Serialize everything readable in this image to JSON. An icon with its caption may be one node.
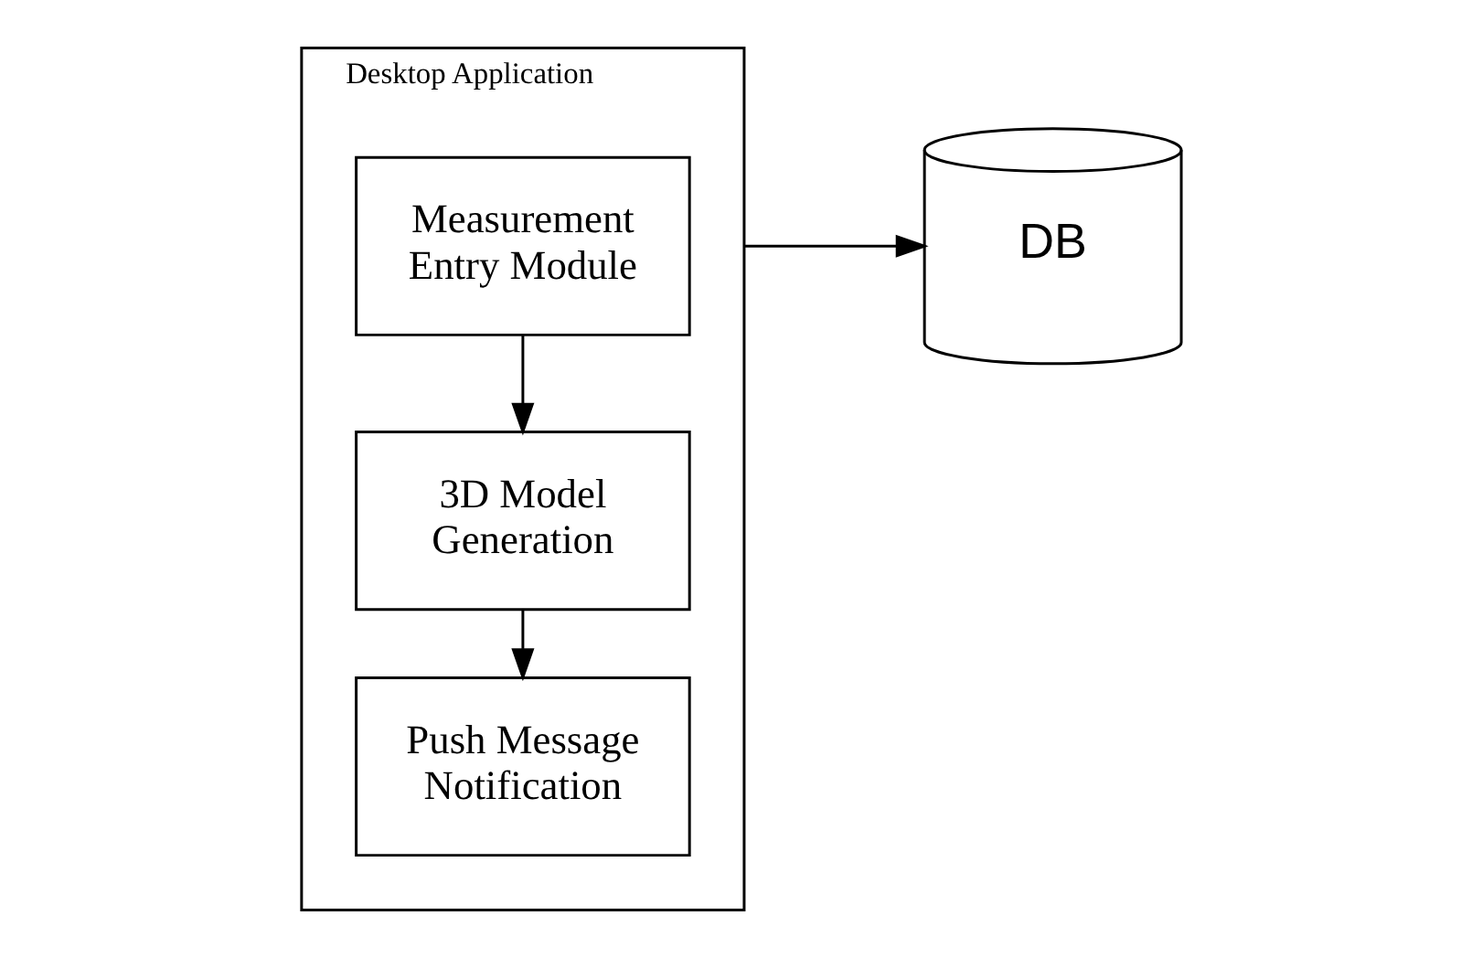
{
  "diagram": {
    "nodes": [
      {
        "text": [
          "Desktop Application"
        ]
      },
      {
        "text": [
          "Measurement Entry Module"
        ],
        "in": 0
      },
      {
        "text": [
          "3D Model Generation"
        ],
        "in": 0
      },
      {
        "text": [
          "Push Message Notification"
        ],
        "in": 0
      },
      {
        "text": [
          "DB"
        ]
      }
    ],
    "edges": [
      {
        "from": 1,
        "to": 2,
        "arrow": "to"
      },
      {
        "from": 2,
        "to": 3,
        "arrow": "to"
      },
      {
        "from": 0,
        "to": 4,
        "arrow": "to"
      }
    ]
  }
}
